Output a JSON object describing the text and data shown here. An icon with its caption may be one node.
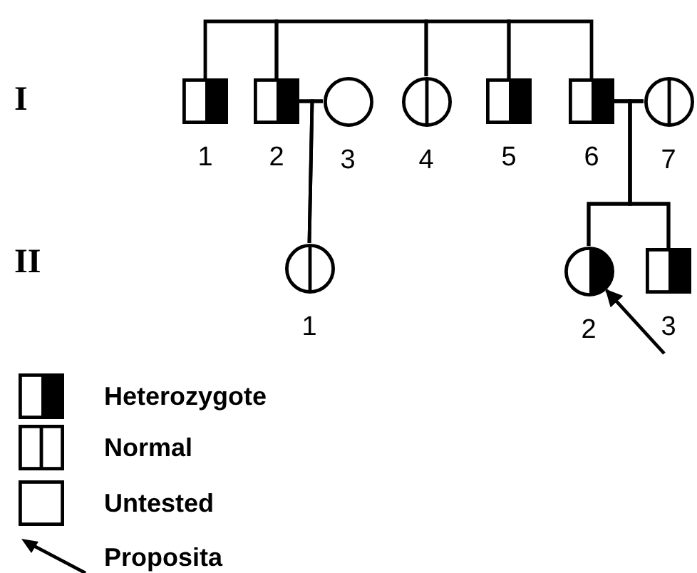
{
  "diagram": {
    "nodes": [
      {
        "text": [],
        "shape": "box",
        "beside": [
          "1"
        ]
      },
      {
        "text": [],
        "shape": "box",
        "beside": [
          "2"
        ]
      },
      {
        "text": [],
        "shape": "circle",
        "beside": [
          "3"
        ]
      },
      {
        "text": [],
        "shape": "circle",
        "beside": [
          "4"
        ]
      },
      {
        "text": [],
        "shape": "box",
        "beside": [
          "5"
        ]
      },
      {
        "text": [],
        "shape": "box",
        "beside": [
          "6"
        ]
      },
      {
        "text": [],
        "shape": "circle",
        "beside": [
          "7"
        ]
      },
      {
        "text": [],
        "shape": "circle",
        "beside": [
          "1"
        ]
      },
      {
        "text": [],
        "shape": "circle",
        "beside": [
          "2"
        ]
      },
      {
        "text": [],
        "shape": "box",
        "beside": [
          "3"
        ]
      }
    ],
    "edges": [
      {
        "from": 0,
        "to": 1,
        "arrow": "none"
      },
      {
        "from": 1,
        "to": 3,
        "arrow": "none"
      },
      {
        "from": 3,
        "to": 4,
        "arrow": "none"
      },
      {
        "from": 4,
        "to": 5,
        "arrow": "none"
      },
      {
        "from": 1,
        "to": 2,
        "arrow": "none"
      },
      {
        "from": 5,
        "to": 6,
        "arrow": "none"
      },
      {
        "from": 1,
        "to": 7,
        "arrow": "none"
      },
      {
        "from": 2,
        "to": 7,
        "arrow": "none"
      },
      {
        "from": 5,
        "to": 8,
        "arrow": "none"
      },
      {
        "from": 6,
        "to": 8,
        "arrow": "none"
      },
      {
        "from": 5,
        "to": 9,
        "arrow": "none"
      },
      {
        "from": 6,
        "to": 9,
        "arrow": "none"
      },
      {
        "from": null,
        "to": 8,
        "arrow": "to"
      }
    ],
    "labels": [
      "I",
      "II"
    ],
    "legend": [
      {
        "text": "Heterozygote"
      },
      {
        "text": "Normal"
      },
      {
        "text": "Untested"
      },
      {
        "text": "Proposita"
      }
    ]
  }
}
